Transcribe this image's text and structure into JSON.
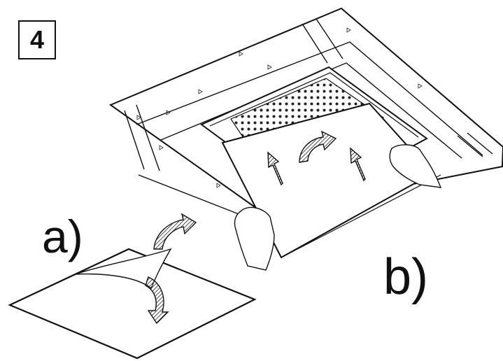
{
  "step": {
    "number": "4"
  },
  "labels": {
    "a": "a)",
    "b": "b)"
  },
  "colors": {
    "line": "#111111",
    "background": "#ffffff",
    "hatch": "#222222"
  },
  "icons": [
    "curved-arrow-icon",
    "straight-arrow-icon",
    "hand-icon"
  ]
}
